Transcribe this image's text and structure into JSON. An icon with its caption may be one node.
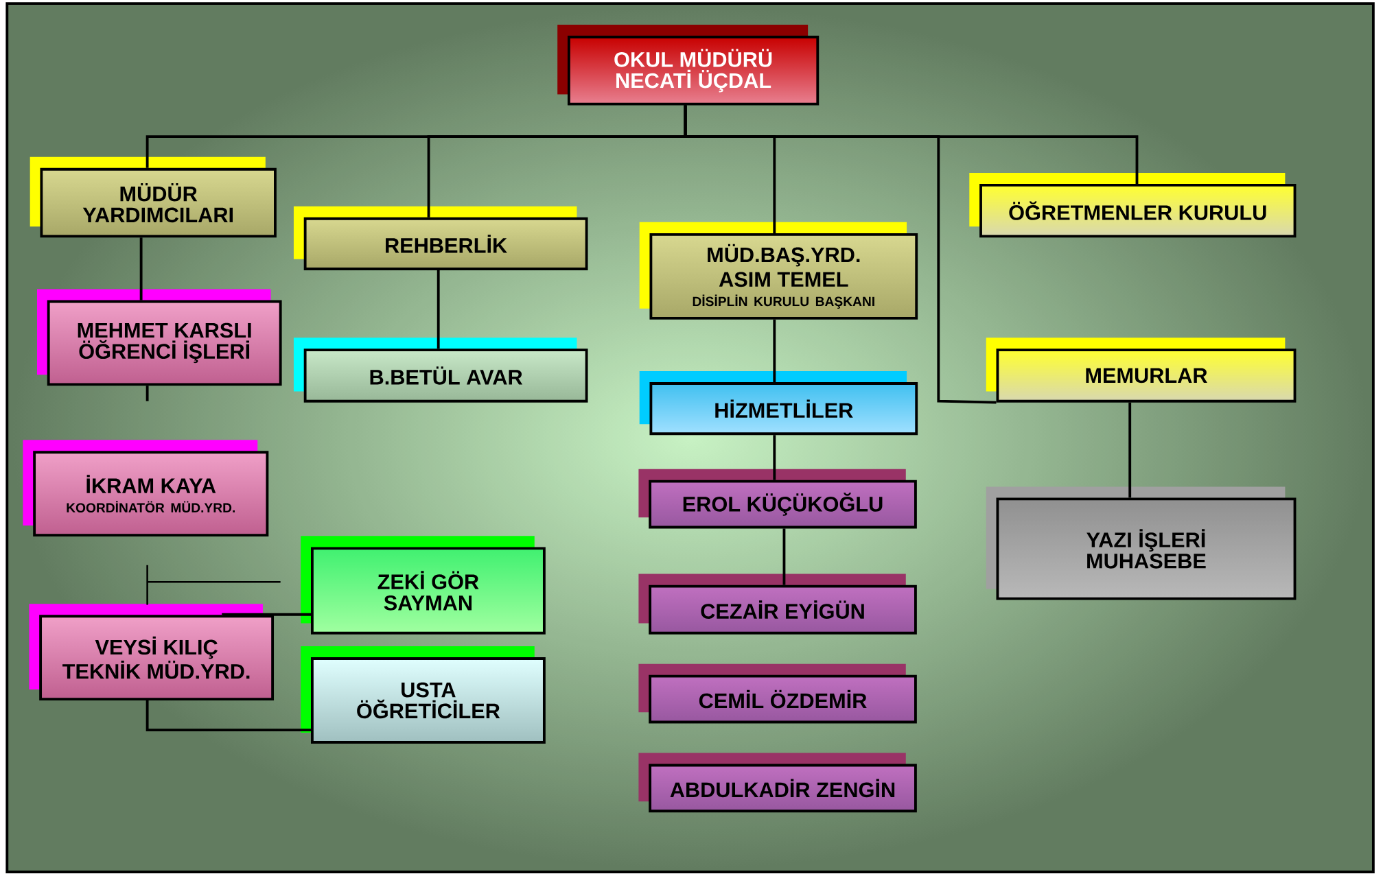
{
  "diagram": {
    "nodes": [
      {
        "text": [
          "OKUL MÜDÜRÜ NECATİ ÜÇDAL"
        ]
      },
      {
        "text": [
          "MÜDÜR YARDIMCILARI"
        ]
      },
      {
        "text": [
          "REHBERLİK"
        ]
      },
      {
        "text": [
          "MÜD.BAŞ.YRD. ASIM TEMEL",
          "DİSİPLİN KURULU BAŞKANI"
        ]
      },
      {
        "text": [
          "ÖĞRETMENLER KURULU"
        ]
      },
      {
        "text": [
          "MEHMET KARSLI ÖĞRENCİ İŞLERİ"
        ]
      },
      {
        "text": [
          "B.BETÜL AVAR"
        ]
      },
      {
        "text": [
          "HİZMETLİLER"
        ]
      },
      {
        "text": [
          "MEMURLAR"
        ]
      },
      {
        "text": [
          "İKRAM KAYA",
          "KOORDİNATÖR MÜD.YRD."
        ]
      },
      {
        "text": [
          "EROL KÜÇÜKOĞLU"
        ]
      },
      {
        "text": [
          "YAZI İŞLERİ MUHASEBE"
        ]
      },
      {
        "text": [
          "ZEKİ GÖR SAYMAN"
        ]
      },
      {
        "text": [
          "CEZAİR EYİGÜN"
        ]
      },
      {
        "text": [
          "VEYSİ KILIÇ TEKNİK MÜD.YRD."
        ]
      },
      {
        "text": [
          "USTA ÖĞRETİCİLER"
        ]
      },
      {
        "text": [
          "CEMİL ÖZDEMİR"
        ]
      },
      {
        "text": [
          "ABDULKADİR ZENGİN"
        ]
      }
    ],
    "edges": [
      {
        "from": 0,
        "to": 1,
        "arrow": "none"
      },
      {
        "from": 0,
        "to": 2,
        "arrow": "none"
      },
      {
        "from": 0,
        "to": 3,
        "arrow": "none"
      },
      {
        "from": 0,
        "to": 4,
        "arrow": "none"
      },
      {
        "from": 0,
        "to": 8,
        "arrow": "none"
      },
      {
        "from": 1,
        "to": 5,
        "arrow": "none"
      },
      {
        "from": 2,
        "to": 6,
        "arrow": "none"
      },
      {
        "from": 3,
        "to": 7,
        "arrow": "none"
      },
      {
        "from": 7,
        "to": 10,
        "arrow": "none"
      },
      {
        "from": 10,
        "to": 13,
        "arrow": "none"
      },
      {
        "from": 8,
        "to": 11,
        "arrow": "none"
      },
      {
        "from": 14,
        "to": 12,
        "arrow": "none"
      },
      {
        "from": 14,
        "to": 15,
        "arrow": "none"
      }
    ]
  }
}
